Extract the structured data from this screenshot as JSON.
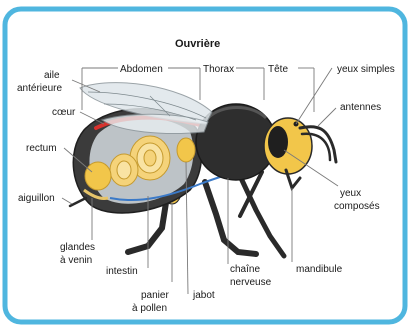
{
  "title": "Ouvrière",
  "labels": {
    "abdomen": "Abdomen",
    "thorax": "Thorax",
    "tete": "Tête",
    "yeux_simples": "yeux simples",
    "antennes": "antennes",
    "yeux_composes_1": "yeux",
    "yeux_composes_2": "composés",
    "aile_1": "aile",
    "aile_2": "antérieure",
    "coeur": "cœur",
    "rectum": "rectum",
    "aiguillon": "aiguillon",
    "glandes_1": "glandes",
    "glandes_2": "à venin",
    "intestin": "intestin",
    "panier_1": "panier",
    "panier_2": "à pollen",
    "jabot": "jabot",
    "chaine_1": "chaîne",
    "chaine_2": "nerveuse",
    "mandibule": "mandibule"
  },
  "colors": {
    "frame": "#4fb6df",
    "body": "#2a2a2a",
    "yellow": "#f2c64a",
    "heart": "#d8312d",
    "nerve": "#3a79c7",
    "wing": "#dfe6ea"
  }
}
